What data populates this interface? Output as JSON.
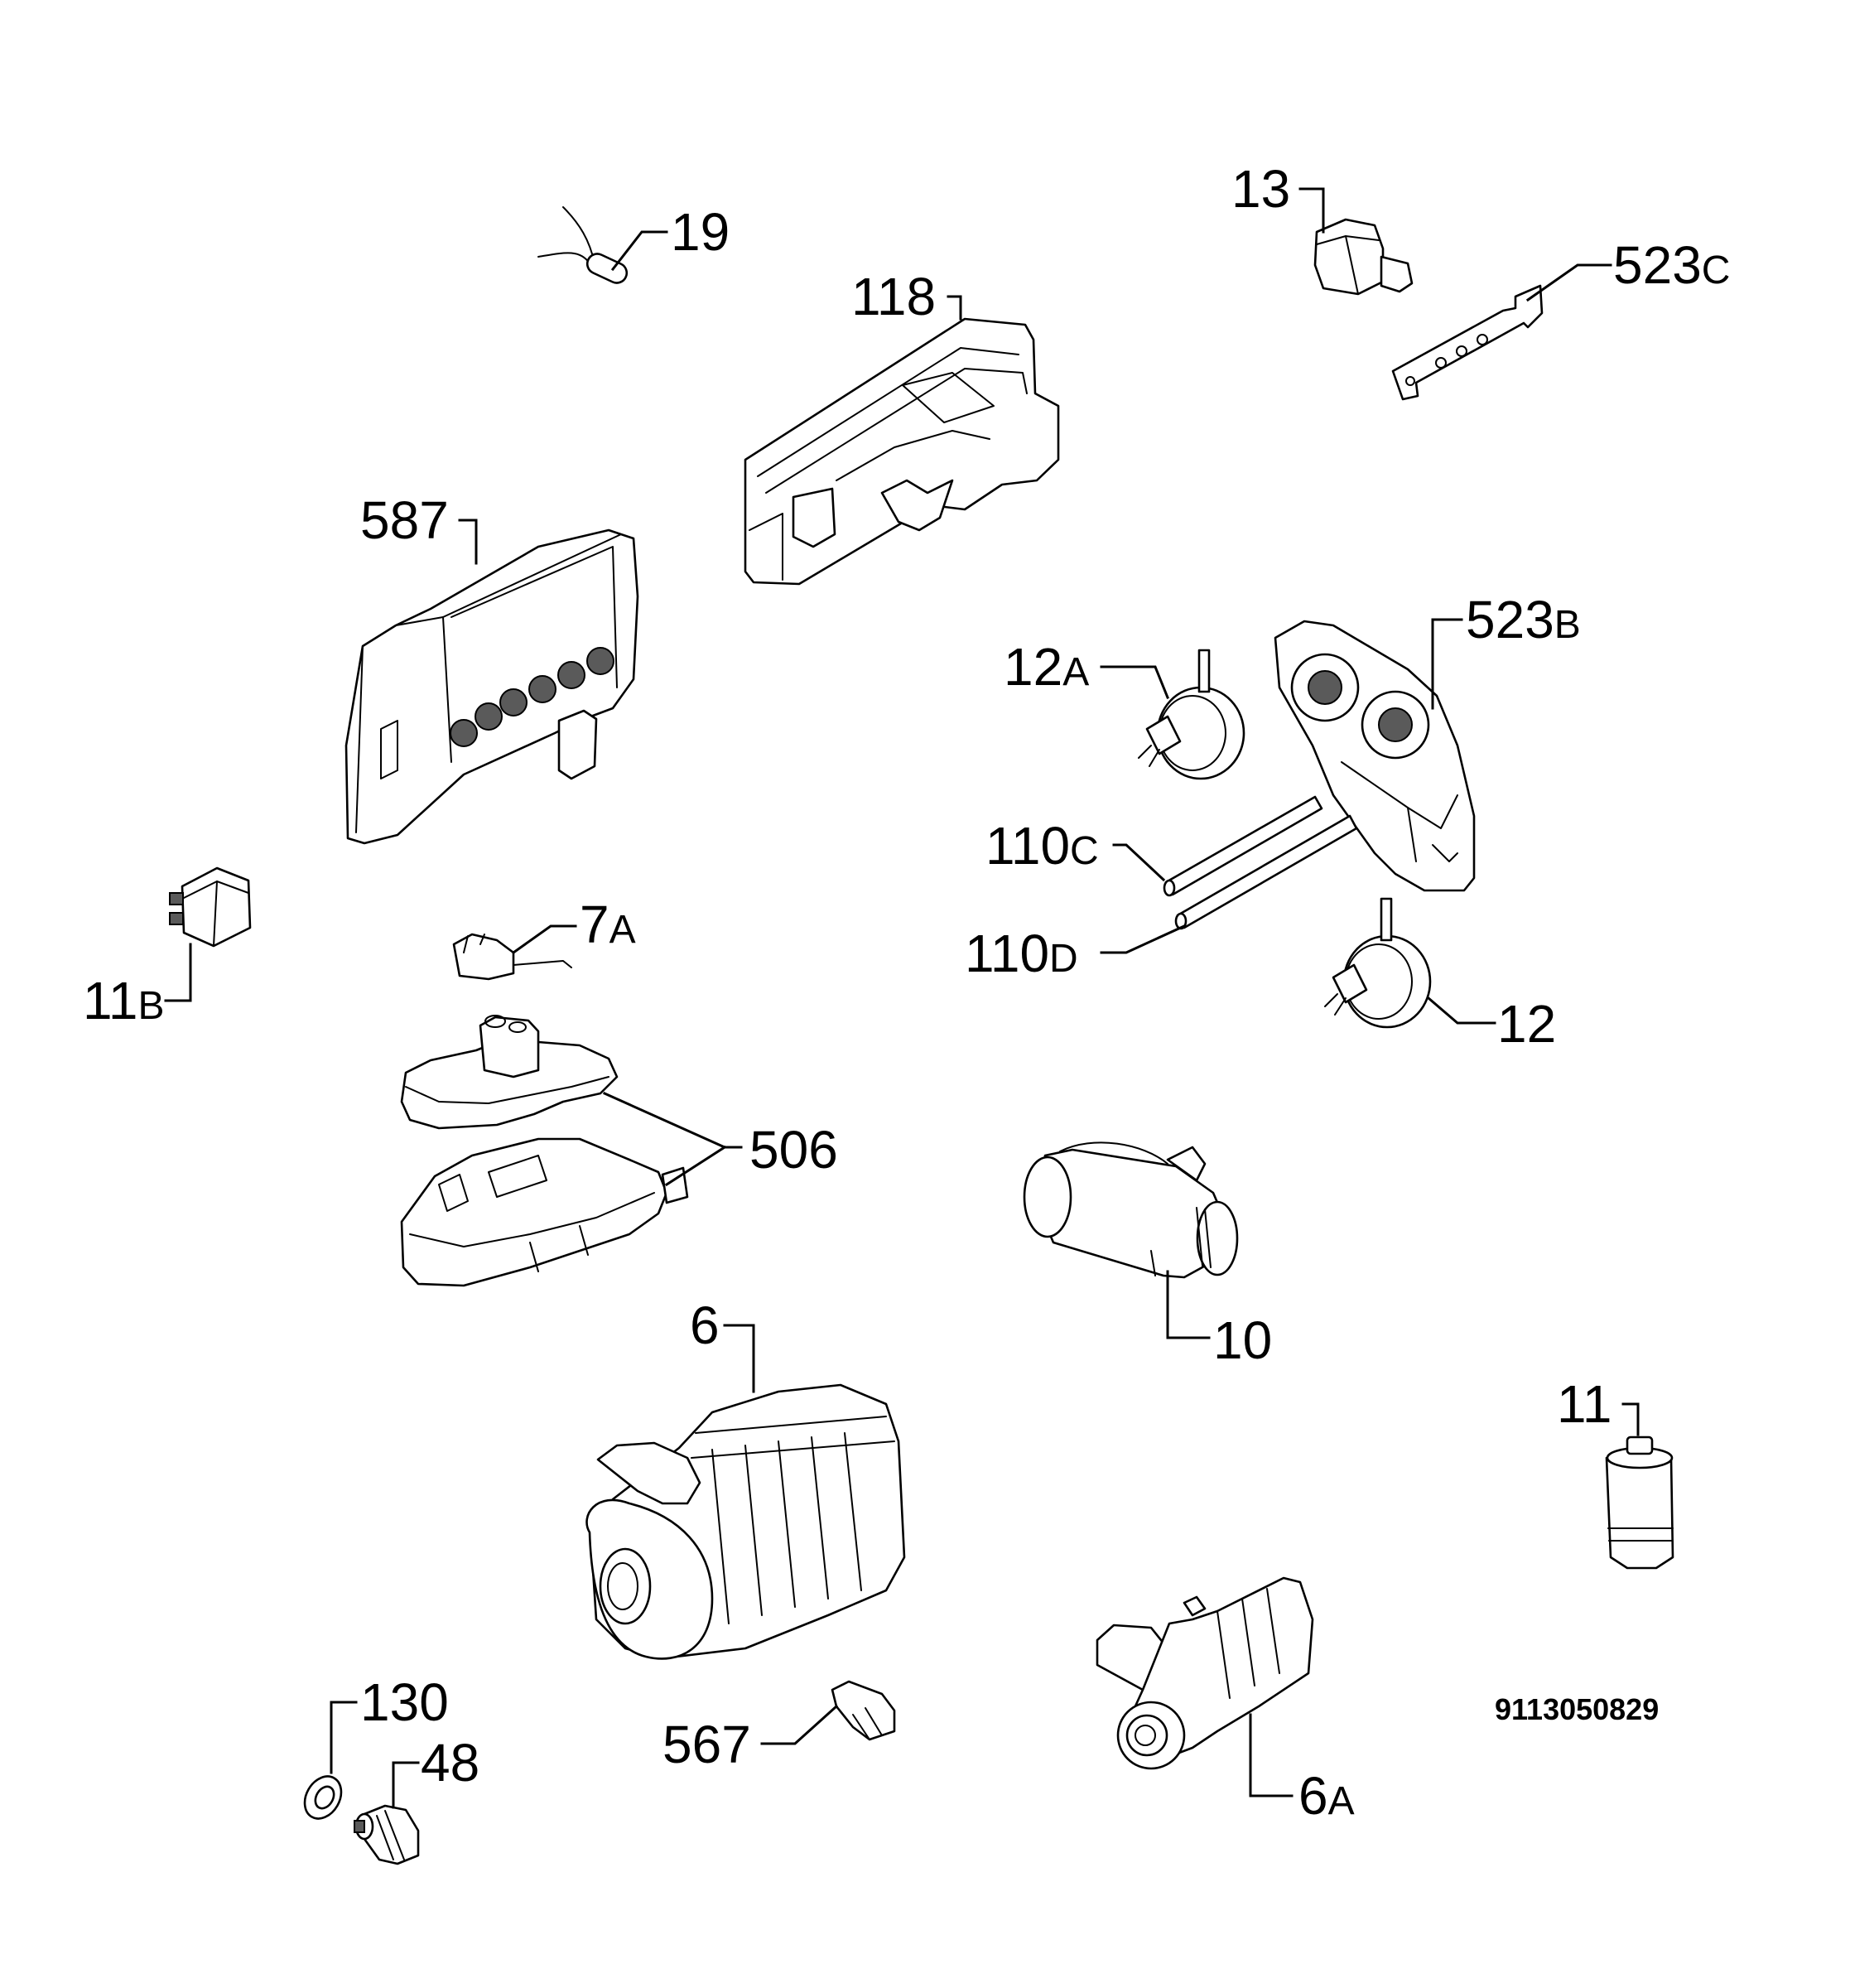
{
  "diagram_code": "9113050829",
  "parts": [
    {
      "id": "p19",
      "number": "19",
      "suffix": ""
    },
    {
      "id": "p118",
      "number": "118",
      "suffix": ""
    },
    {
      "id": "p13",
      "number": "13",
      "suffix": ""
    },
    {
      "id": "p523c",
      "number": "523",
      "suffix": "C"
    },
    {
      "id": "p587",
      "number": "587",
      "suffix": ""
    },
    {
      "id": "p523b",
      "number": "523",
      "suffix": "B"
    },
    {
      "id": "p12a",
      "number": "12",
      "suffix": "A"
    },
    {
      "id": "p110c",
      "number": "110",
      "suffix": "C"
    },
    {
      "id": "p110d",
      "number": "110",
      "suffix": "D"
    },
    {
      "id": "p12",
      "number": "12",
      "suffix": ""
    },
    {
      "id": "p7a",
      "number": "7",
      "suffix": "A"
    },
    {
      "id": "p11b",
      "number": "11",
      "suffix": "B"
    },
    {
      "id": "p506",
      "number": "506",
      "suffix": ""
    },
    {
      "id": "p10",
      "number": "10",
      "suffix": ""
    },
    {
      "id": "p6",
      "number": "6",
      "suffix": ""
    },
    {
      "id": "p11",
      "number": "11",
      "suffix": ""
    },
    {
      "id": "p130",
      "number": "130",
      "suffix": ""
    },
    {
      "id": "p48",
      "number": "48",
      "suffix": ""
    },
    {
      "id": "p567",
      "number": "567",
      "suffix": ""
    },
    {
      "id": "p6a",
      "number": "6",
      "suffix": "A"
    }
  ]
}
